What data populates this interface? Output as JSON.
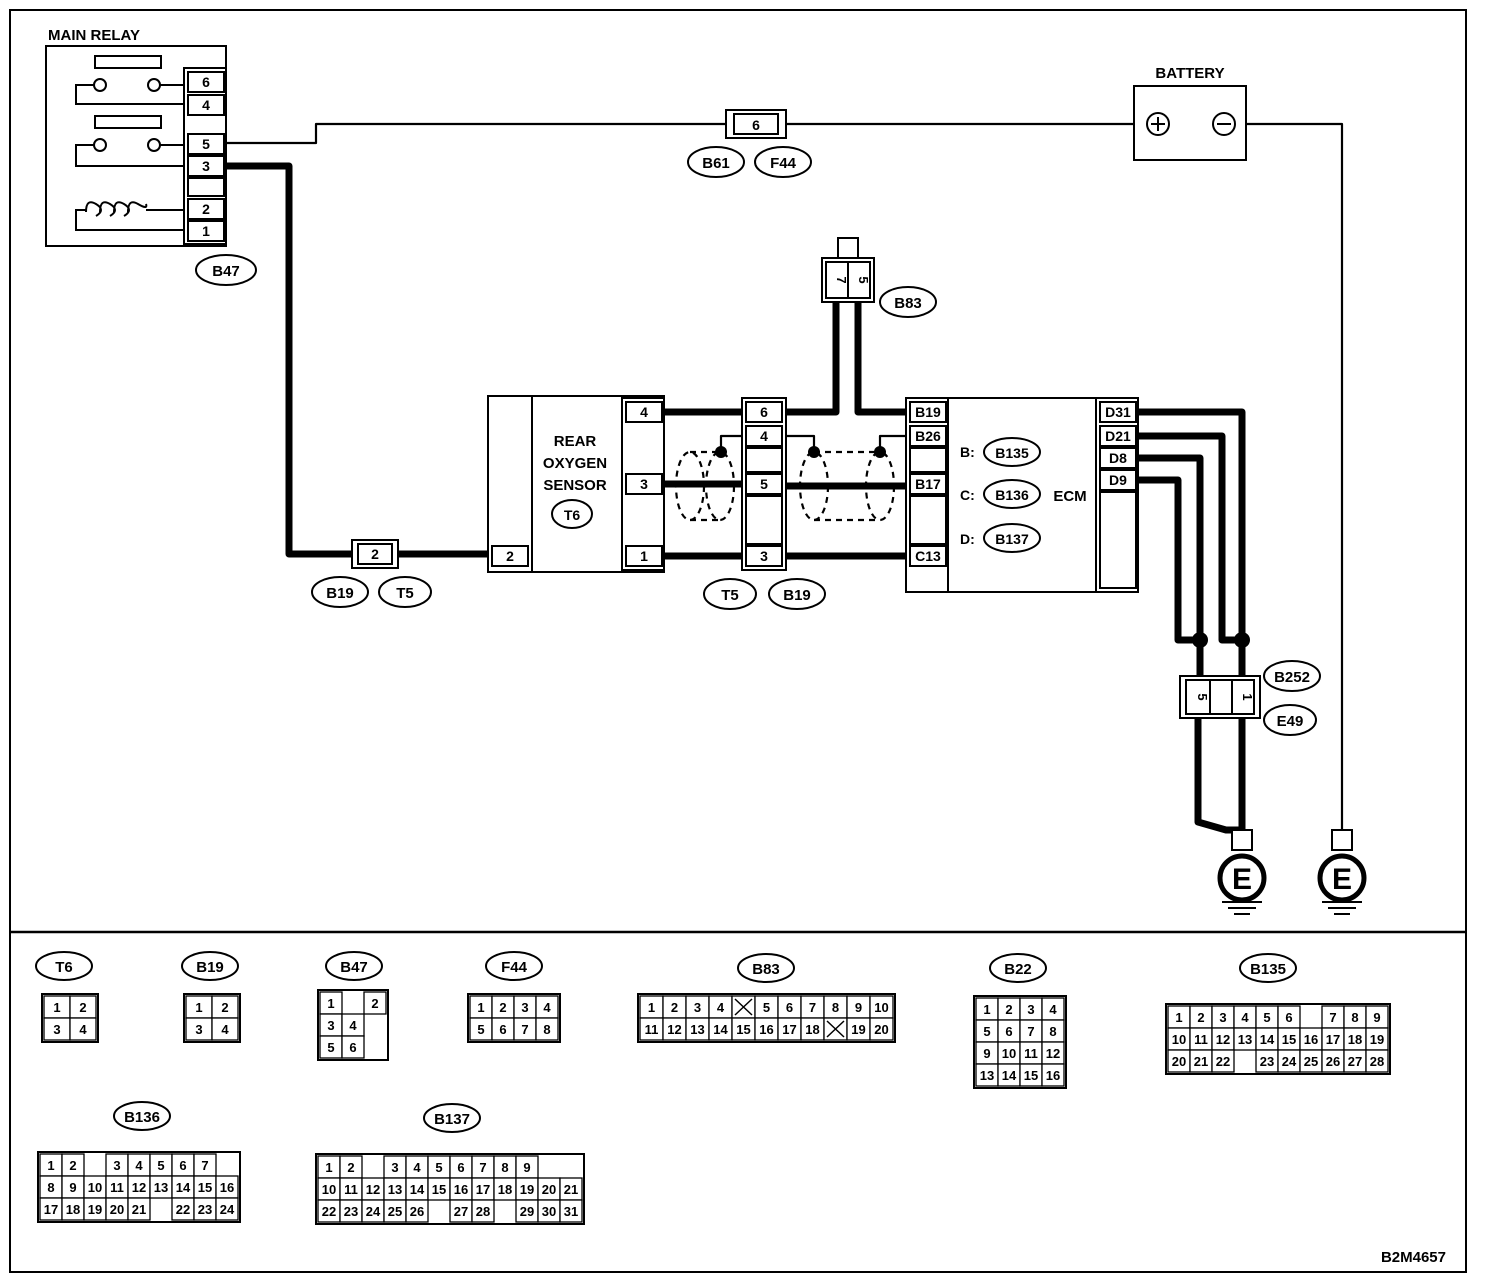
{
  "components": {
    "main_relay": "MAIN RELAY",
    "battery": "BATTERY",
    "rear_o2_line1": "REAR",
    "rear_o2_line2": "OXYGEN",
    "rear_o2_line3": "SENSOR",
    "ecm": "ECM",
    "ground": "E"
  },
  "tags": {
    "b47": "B47",
    "b61": "B61",
    "f44": "F44",
    "b83": "B83",
    "t6": "T6",
    "b19": "B19",
    "t5": "T5",
    "b135": "B135",
    "b136": "B136",
    "b137": "B137",
    "b252": "B252",
    "e49": "E49"
  },
  "ecm_labels": {
    "b": "B:",
    "c": "C:",
    "d": "D:"
  },
  "relay_pins": [
    "6",
    "4",
    "5",
    "3",
    "",
    "2",
    "1"
  ],
  "fuse_pin": "6",
  "b83_pins": [
    "7",
    "5"
  ],
  "sensor_pins": {
    "p4": "4",
    "p3": "3",
    "p1": "1",
    "p2": "2"
  },
  "t5_connector_pin": "2",
  "inline_pins": [
    "6",
    "4",
    "",
    "5",
    "",
    "3"
  ],
  "ecm_left_pins": [
    "B19",
    "B26",
    "",
    "B17",
    "",
    "C13"
  ],
  "ecm_right_pins": [
    "D31",
    "D21",
    "D8",
    "D9",
    ""
  ],
  "ground_conn_pins": [
    "5",
    "",
    "1"
  ],
  "legend": {
    "t6": {
      "title": "T6",
      "rows": [
        [
          "1",
          "2"
        ],
        [
          "3",
          "4"
        ]
      ]
    },
    "b19": {
      "title": "B19",
      "rows": [
        [
          "1",
          "2"
        ],
        [
          "3",
          "4"
        ]
      ]
    },
    "b47": {
      "title": "B47",
      "rows": [
        [
          "1",
          "",
          "2"
        ],
        [
          "3",
          "4"
        ],
        [
          "5",
          "6"
        ]
      ]
    },
    "f44": {
      "title": "F44",
      "rows": [
        [
          "1",
          "2",
          "3",
          "4"
        ],
        [
          "5",
          "6",
          "7",
          "8"
        ]
      ]
    },
    "b83": {
      "title": "B83",
      "rows": [
        [
          "1",
          "2",
          "3",
          "4",
          "X",
          "5",
          "6",
          "7",
          "8",
          "9",
          "10"
        ],
        [
          "11",
          "12",
          "13",
          "14",
          "15",
          "16",
          "17",
          "18",
          "X",
          "19",
          "20"
        ]
      ]
    },
    "b22": {
      "title": "B22",
      "rows": [
        [
          "1",
          "2",
          "3",
          "4"
        ],
        [
          "5",
          "6",
          "7",
          "8"
        ],
        [
          "9",
          "10",
          "11",
          "12"
        ],
        [
          "13",
          "14",
          "15",
          "16"
        ]
      ]
    },
    "b135": {
      "title": "B135",
      "rows": [
        [
          "1",
          "2",
          "3",
          "4",
          "5",
          "6",
          "",
          "7",
          "8",
          "9"
        ],
        [
          "10",
          "11",
          "12",
          "13",
          "14",
          "15",
          "16",
          "17",
          "18",
          "19"
        ],
        [
          "20",
          "21",
          "22",
          "",
          "23",
          "24",
          "25",
          "26",
          "27",
          "28"
        ]
      ]
    },
    "b136": {
      "title": "B136",
      "rows": [
        [
          "1",
          "2",
          "",
          "3",
          "4",
          "5",
          "6",
          "7"
        ],
        [
          "8",
          "9",
          "10",
          "11",
          "12",
          "13",
          "14",
          "15",
          "16"
        ],
        [
          "17",
          "18",
          "19",
          "20",
          "21",
          "",
          "22",
          "23",
          "24"
        ]
      ]
    },
    "b137": {
      "title": "B137",
      "rows": [
        [
          "1",
          "2",
          "",
          "3",
          "4",
          "5",
          "6",
          "7",
          "8",
          "9"
        ],
        [
          "10",
          "11",
          "12",
          "13",
          "14",
          "15",
          "16",
          "17",
          "18",
          "19",
          "20",
          "21"
        ],
        [
          "22",
          "23",
          "24",
          "25",
          "26",
          "",
          "27",
          "28",
          "",
          "29",
          "30",
          "31"
        ]
      ]
    }
  },
  "figure_code": "B2M4657"
}
